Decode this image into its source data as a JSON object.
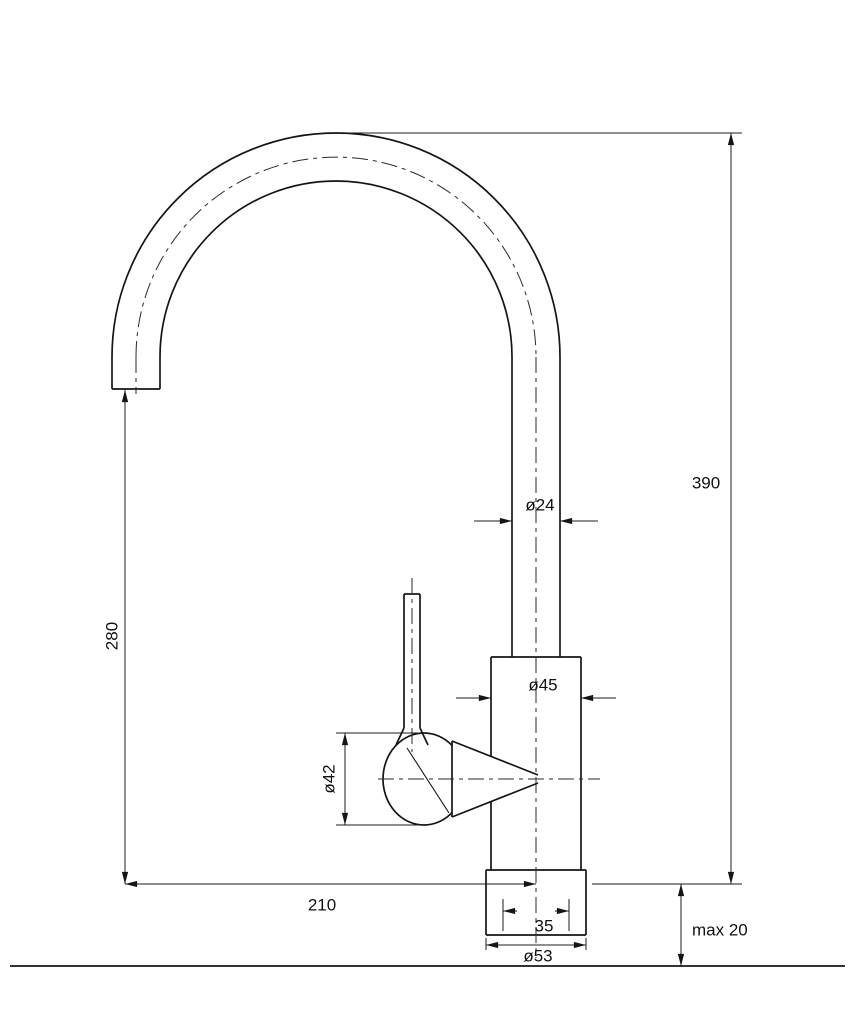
{
  "drawing": {
    "style": {
      "line_color": "#151515",
      "background": "#ffffff"
    },
    "labels": {
      "total_height": "390",
      "spout_height": "280",
      "spout_reach": "210",
      "spout_tube_diameter": "ø24",
      "body_diameter": "ø45",
      "handle_diameter": "ø42",
      "shank_width": "35",
      "base_diameter": "ø53",
      "max_counter_thickness": "max 20"
    }
  }
}
